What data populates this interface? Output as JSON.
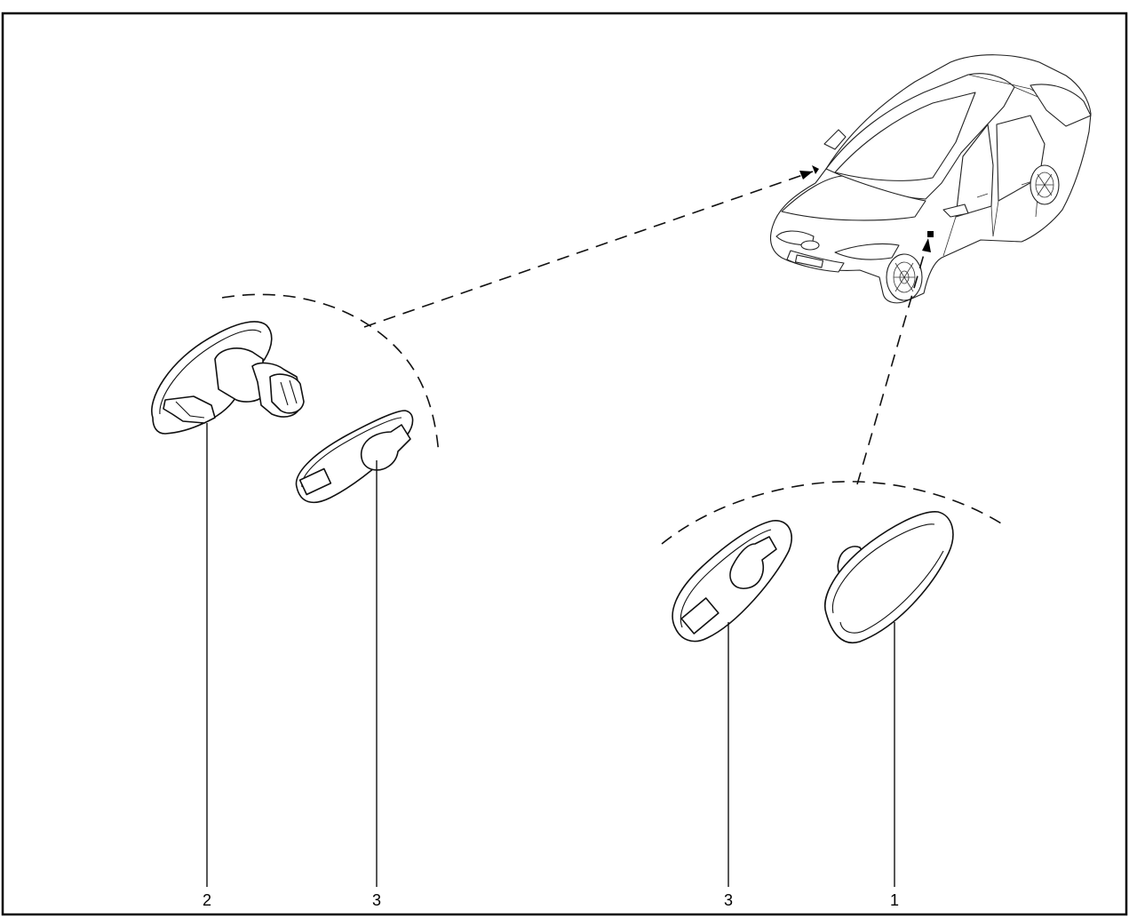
{
  "diagram": {
    "callouts": [
      {
        "id": "callout-2",
        "label": "2"
      },
      {
        "id": "callout-3-left",
        "label": "3"
      },
      {
        "id": "callout-3-right",
        "label": "3"
      },
      {
        "id": "callout-1",
        "label": "1"
      }
    ],
    "icons": [
      "car-illustration",
      "side-turn-signal-lamp",
      "gasket"
    ],
    "colors": {
      "line": "#111111",
      "background": "#ffffff"
    }
  }
}
